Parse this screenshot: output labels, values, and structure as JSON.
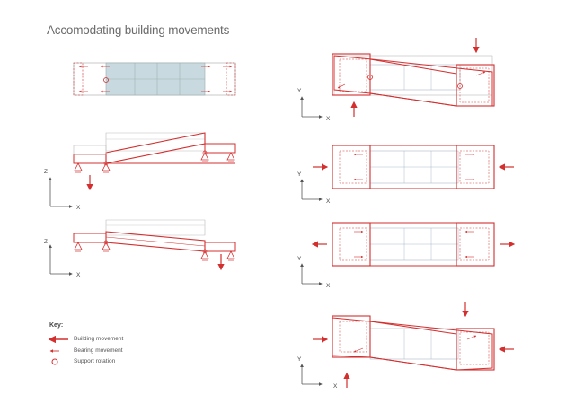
{
  "title": "Accomodating building movements",
  "axes": {
    "x": "X",
    "y": "Y",
    "z": "Z"
  },
  "key": {
    "heading": "Key:",
    "items": [
      {
        "icon": "building-movement-arrow-icon",
        "label": "Building movement"
      },
      {
        "icon": "bearing-movement-arrow-icon",
        "label": "Bearing movement"
      },
      {
        "icon": "support-rotation-circle-icon",
        "label": "Support rotation"
      }
    ]
  },
  "colors": {
    "red": "#d32f2f",
    "grey": "#9e9e9e",
    "blue_fill": "#c8dadf",
    "text": "#555555"
  }
}
